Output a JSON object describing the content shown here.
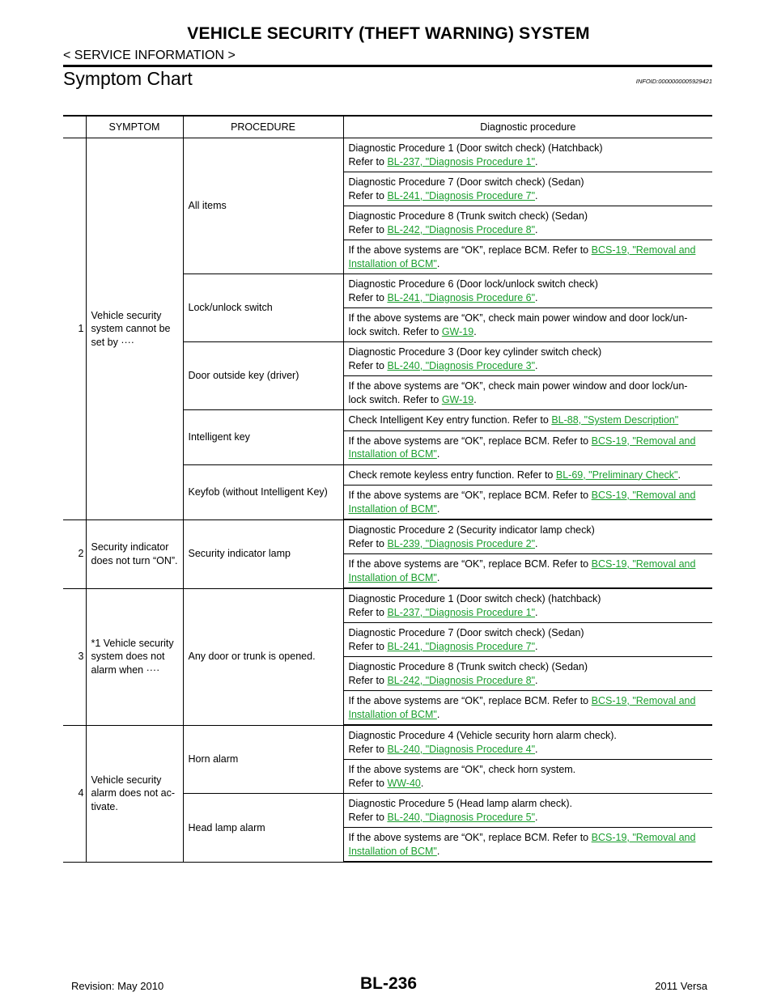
{
  "header": {
    "title": "VEHICLE SECURITY (THEFT WARNING) SYSTEM",
    "section": "< SERVICE INFORMATION >",
    "chart_title": "Symptom Chart",
    "info_id": "INFOID:0000000005929421"
  },
  "table": {
    "headers": [
      "",
      "SYMPTOM",
      "PROCEDURE",
      "Diagnostic procedure"
    ],
    "groups": [
      {
        "no": "1",
        "symptom": "Vehicle security system cannot be set by ····",
        "procedures": [
          {
            "name": "All items",
            "steps": [
              {
                "pre": "Diagnostic Procedure 1 (Door switch check) (Hatchback)\nRefer to ",
                "link": "BL-237, \"Diagnosis Procedure 1\"",
                "post": "."
              },
              {
                "pre": "Diagnostic Procedure 7 (Door switch check) (Sedan)\nRefer to ",
                "link": "BL-241, \"Diagnosis Procedure 7\"",
                "post": "."
              },
              {
                "pre": "Diagnostic Procedure 8 (Trunk switch check) (Sedan)\nRefer to ",
                "link": "BL-242, \"Diagnosis Procedure 8\"",
                "post": "."
              },
              {
                "pre": "If the above systems are “OK”, replace BCM. Refer to ",
                "link": "BCS-19, \"Removal and Installation of BCM\"",
                "post": "."
              }
            ]
          },
          {
            "name": "Lock/unlock switch",
            "steps": [
              {
                "pre": "Diagnostic Procedure 6 (Door lock/unlock switch check)\nRefer to ",
                "link": "BL-241, \"Diagnosis Procedure 6\"",
                "post": "."
              },
              {
                "pre": "If the above systems are “OK”, check main power window and door lock/un-\nlock switch. Refer to ",
                "link": "GW-19",
                "post": "."
              }
            ]
          },
          {
            "name": "Door outside key (driver)",
            "steps": [
              {
                "pre": "Diagnostic Procedure 3 (Door key cylinder switch check)\nRefer to ",
                "link": "BL-240, \"Diagnosis Procedure 3\"",
                "post": "."
              },
              {
                "pre": "If the above systems are “OK”, check main power window and door lock/un-\nlock switch. Refer to ",
                "link": "GW-19",
                "post": "."
              }
            ]
          },
          {
            "name": "Intelligent key",
            "steps": [
              {
                "pre": "Check Intelligent Key entry function. Refer to ",
                "link": "BL-88, \"System Description\"",
                "post": ""
              },
              {
                "pre": "If the above systems are “OK”, replace BCM. Refer to ",
                "link": "BCS-19, \"Removal and Installation of BCM\"",
                "post": "."
              }
            ]
          },
          {
            "name": "Keyfob (without Intelligent Key)",
            "steps": [
              {
                "pre": "Check remote keyless entry function. Refer to ",
                "link": "BL-69, \"Preliminary Check\"",
                "post": "."
              },
              {
                "pre": "If the above systems are “OK”, replace BCM. Refer to ",
                "link": "BCS-19, \"Removal and Installation of BCM\"",
                "post": "."
              }
            ]
          }
        ]
      },
      {
        "no": "2",
        "symptom": "Security indicator does not turn “ON”.",
        "procedures": [
          {
            "name": "Security indicator lamp",
            "steps": [
              {
                "pre": "Diagnostic Procedure 2 (Security indicator lamp check)\nRefer to ",
                "link": "BL-239, \"Diagnosis Procedure 2\"",
                "post": "."
              },
              {
                "pre": "If the above systems are “OK”, replace BCM. Refer to ",
                "link": "BCS-19, \"Removal and Installation of BCM\"",
                "post": "."
              }
            ]
          }
        ]
      },
      {
        "no": "3",
        "symptom": "*1 Vehicle security system does not alarm when ····",
        "procedures": [
          {
            "name": "Any door or trunk is opened.",
            "steps": [
              {
                "pre": "Diagnostic Procedure 1 (Door switch check) (hatchback)\nRefer to ",
                "link": "BL-237, \"Diagnosis Procedure 1\"",
                "post": "."
              },
              {
                "pre": "Diagnostic Procedure 7 (Door switch check) (Sedan)\nRefer to ",
                "link": "BL-241, \"Diagnosis Procedure 7\"",
                "post": "."
              },
              {
                "pre": "Diagnostic Procedure 8 (Trunk switch check) (Sedan)\nRefer to ",
                "link": "BL-242, \"Diagnosis Procedure 8\"",
                "post": "."
              },
              {
                "pre": "If the above systems are “OK”, replace BCM. Refer to ",
                "link": "BCS-19, \"Removal and Installation of BCM\"",
                "post": "."
              }
            ]
          }
        ]
      },
      {
        "no": "4",
        "symptom": "Vehicle security alarm does not ac-tivate.",
        "procedures": [
          {
            "name": "Horn alarm",
            "steps": [
              {
                "pre": "Diagnostic Procedure 4 (Vehicle security horn alarm check).\nRefer to ",
                "link": "BL-240, \"Diagnosis Procedure 4\"",
                "post": "."
              },
              {
                "pre": "If the above systems are “OK”, check horn system.\nRefer to ",
                "link": "WW-40",
                "post": "."
              }
            ]
          },
          {
            "name": "Head lamp alarm",
            "steps": [
              {
                "pre": "Diagnostic Procedure 5 (Head lamp alarm check).\nRefer to ",
                "link": "BL-240, \"Diagnosis Procedure 5\"",
                "post": "."
              },
              {
                "pre": "If the above systems are “OK”, replace BCM. Refer to ",
                "link": "BCS-19, \"Removal and Installation of BCM\"",
                "post": "."
              }
            ]
          }
        ]
      }
    ]
  },
  "footer": {
    "revision": "Revision: May 2010",
    "page": "BL-236",
    "model": "2011 Versa"
  }
}
